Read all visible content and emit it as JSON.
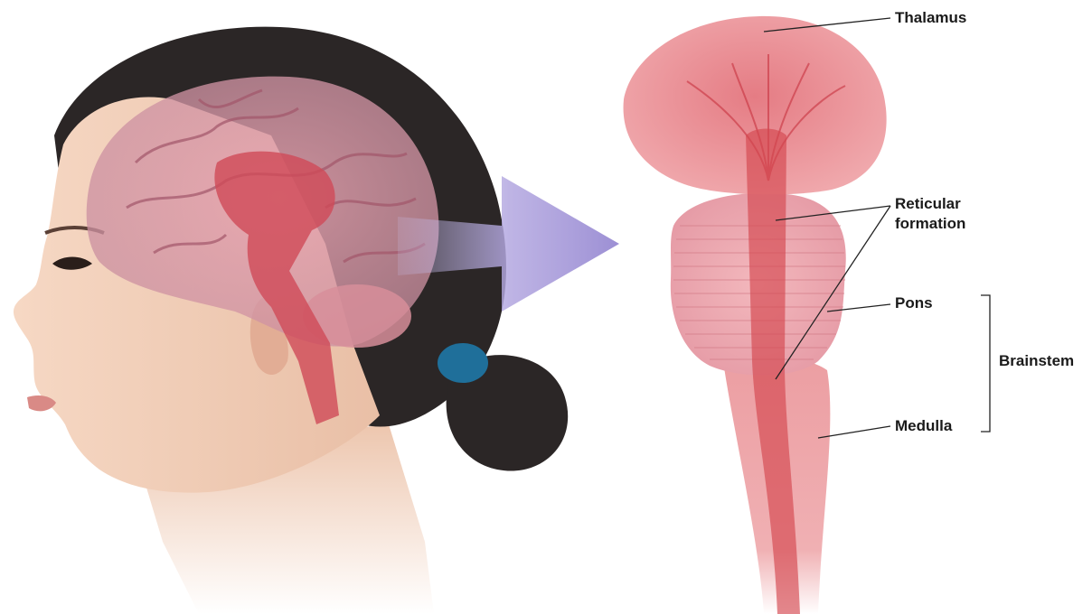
{
  "labels": {
    "thalamus": "Thalamus",
    "reticular_line1": "Reticular",
    "reticular_line2": "formation",
    "pons": "Pons",
    "brainstem": "Brainstem",
    "medulla": "Medulla"
  },
  "colors": {
    "skin": "#f2cdb6",
    "hair": "#2b2626",
    "brain_tissue": "#e89aa0",
    "brain_deep": "#d4464f",
    "arrow": "#a89ad6",
    "hair_tie": "#1f6f9a",
    "leader_lines": "#222222"
  }
}
